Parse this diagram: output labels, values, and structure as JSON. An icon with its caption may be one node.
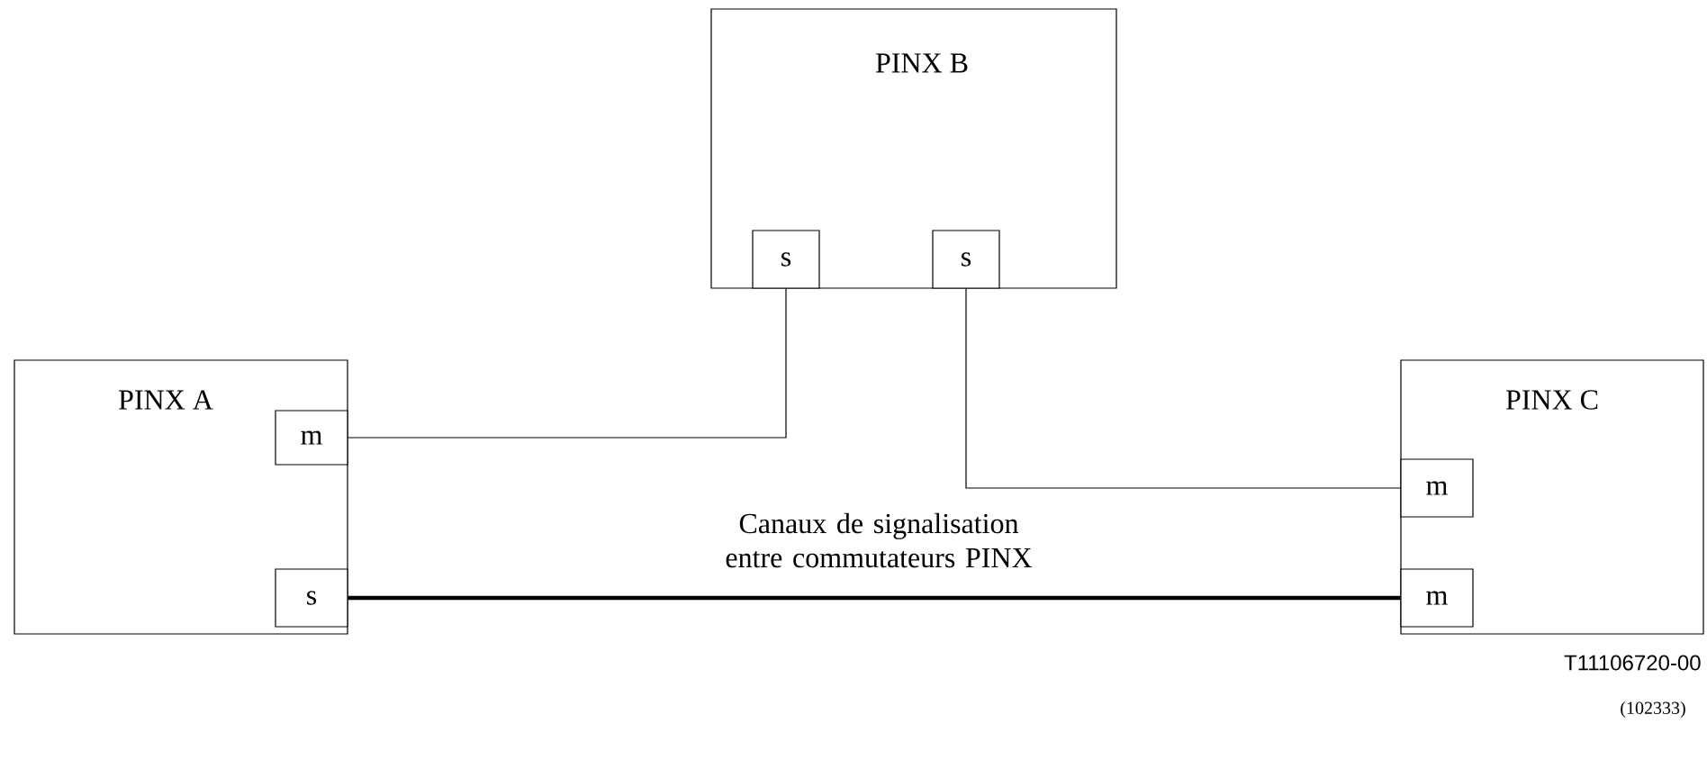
{
  "diagram": {
    "nodes": [
      {
        "text": [
          "PINX B"
        ]
      },
      {
        "text": [
          "s"
        ],
        "in": 0
      },
      {
        "text": [
          "s"
        ],
        "in": 0
      },
      {
        "text": [
          "PINX A"
        ]
      },
      {
        "text": [
          "m"
        ],
        "in": 3
      },
      {
        "text": [
          "s"
        ],
        "in": 3
      },
      {
        "text": [
          "PINX C"
        ]
      },
      {
        "text": [
          "m"
        ],
        "in": 6
      },
      {
        "text": [
          "m"
        ],
        "in": 6
      }
    ],
    "edges": [
      {
        "from": 4,
        "to": 1,
        "arrow": "none"
      },
      {
        "from": 2,
        "to": 7,
        "arrow": "none"
      },
      {
        "from": 5,
        "to": 8,
        "arrow": "none",
        "style": "thick",
        "label": "Canaux de signalisation entre commutateurs PINX"
      }
    ],
    "labels": [
      "T11106720-00",
      "(102333)"
    ]
  }
}
